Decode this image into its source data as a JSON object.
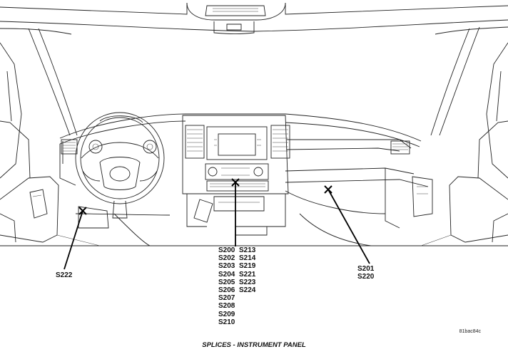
{
  "labels": {
    "left": "S222",
    "right": [
      "S201",
      "S220"
    ],
    "center_col1": [
      "S200",
      "S202",
      "S203",
      "S204",
      "S205",
      "S206",
      "S207",
      "S208",
      "S209",
      "S210"
    ],
    "center_col2": [
      "S213",
      "S214",
      "S219",
      "S221",
      "S223",
      "S224"
    ]
  },
  "caption": "SPLICES - INSTRUMENT PANEL",
  "figure_ref": "81bac84c"
}
